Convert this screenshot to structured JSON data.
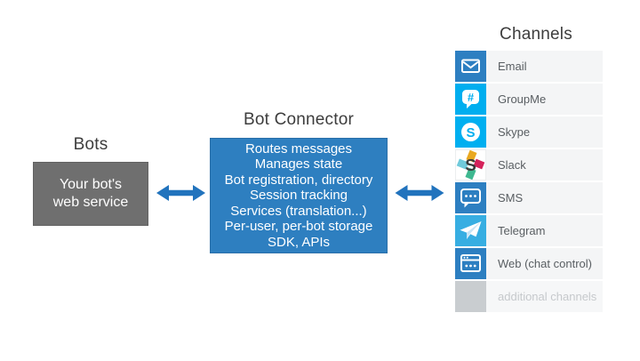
{
  "bots": {
    "title": "Bots",
    "box_lines": [
      "Your bot's",
      "web service"
    ]
  },
  "connector": {
    "title": "Bot Connector",
    "features": [
      "Routes messages",
      "Manages state",
      "Bot registration, directory",
      "Session tracking",
      "Services (translation...)",
      "Per-user, per-bot storage",
      "SDK, APIs"
    ]
  },
  "channels": {
    "title": "Channels",
    "items": [
      {
        "label": "Email",
        "icon": "email-icon"
      },
      {
        "label": "GroupMe",
        "icon": "groupme-icon"
      },
      {
        "label": "Skype",
        "icon": "skype-icon"
      },
      {
        "label": "Slack",
        "icon": "slack-icon"
      },
      {
        "label": "SMS",
        "icon": "sms-icon"
      },
      {
        "label": "Telegram",
        "icon": "telegram-icon"
      },
      {
        "label": "Web (chat control)",
        "icon": "web-chat-icon"
      },
      {
        "label": "additional channels",
        "icon": "additional-channels-icon"
      }
    ]
  },
  "colors": {
    "connector_box": "#2e7fc0",
    "bots_box": "#6f6f6f",
    "arrow": "#2173bd",
    "channel_blue": "#2d7fc1",
    "groupme_blue": "#00aeef",
    "skype_blue": "#00aff0",
    "telegram_blue": "#37aee2",
    "additional_gray": "#c9cdd0",
    "row_background": "#f4f5f6"
  }
}
